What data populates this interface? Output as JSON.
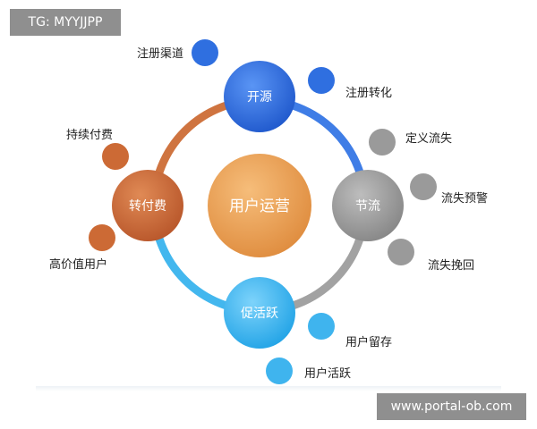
{
  "watermarks": {
    "top_left": "TG: MYYJJPP",
    "bottom_right": "www.portal-ob.com"
  },
  "center": {
    "label": "用户运营",
    "color": "#e69a4c"
  },
  "nodes": {
    "top": {
      "label": "开源",
      "color": "#2f6fe0"
    },
    "right": {
      "label": "节流",
      "color": "#9a9a9a"
    },
    "bottom": {
      "label": "促活跃",
      "color": "#3fb4ee"
    },
    "left": {
      "label": "转付费",
      "color": "#cc6a35"
    }
  },
  "satellites": {
    "register_channel": {
      "label": "注册渠道",
      "color": "#2f6fe0"
    },
    "register_conversion": {
      "label": "注册转化",
      "color": "#2f6fe0"
    },
    "define_churn": {
      "label": "定义流失",
      "color": "#9a9a9a"
    },
    "churn_warning": {
      "label": "流失预警",
      "color": "#9a9a9a"
    },
    "churn_recovery": {
      "label": "流失挽回",
      "color": "#9a9a9a"
    },
    "user_retention": {
      "label": "用户留存",
      "color": "#3fb4ee"
    },
    "user_activity": {
      "label": "用户活跃",
      "color": "#3fb4ee"
    },
    "continuous_payment": {
      "label": "持续付费",
      "color": "#cc6a35"
    },
    "high_value_user": {
      "label": "高价值用户",
      "color": "#cc6a35"
    }
  }
}
